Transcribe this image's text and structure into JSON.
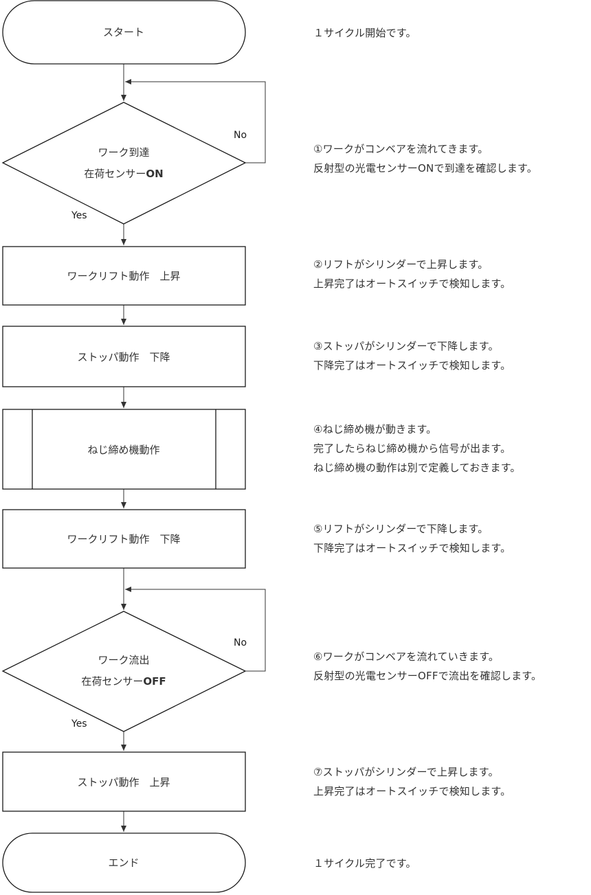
{
  "nodes": {
    "start": {
      "label": "スタート"
    },
    "arrive": {
      "line1": "ワーク到達",
      "line2_prefix": "在荷センサー",
      "line2_bold": "ON",
      "yes_label": "Yes",
      "no_label": "No"
    },
    "lift_up": {
      "label": "ワークリフト動作　上昇"
    },
    "stopper_down": {
      "label": "ストッパ動作　下降"
    },
    "screw": {
      "label": "ねじ締め機動作"
    },
    "lift_down": {
      "label": "ワークリフト動作　下降"
    },
    "exit": {
      "line1": "ワーク流出",
      "line2_prefix": "在荷センサー",
      "line2_bold": "OFF",
      "yes_label": "Yes",
      "no_label": "No"
    },
    "stopper_up": {
      "label": "ストッパ動作　上昇"
    },
    "end": {
      "label": "エンド"
    }
  },
  "notes": {
    "start": [
      "１サイクル開始です。"
    ],
    "arrive": [
      "①ワークがコンベアを流れてきます。",
      "反射型の光電センサーONで到達を確認します。"
    ],
    "lift_up": [
      "②リフトがシリンダーで上昇します。",
      "上昇完了はオートスイッチで検知します。"
    ],
    "stopper_down": [
      "③ストッパがシリンダーで下降します。",
      "下降完了はオートスイッチで検知します。"
    ],
    "screw": [
      "④ねじ締め機が動きます。",
      "完了したらねじ締め機から信号が出ます。",
      "ねじ締め機の動作は別で定義しておきます。"
    ],
    "lift_down": [
      "⑤リフトがシリンダーで下降します。",
      "下降完了はオートスイッチで検知します。"
    ],
    "exit": [
      "⑥ワークがコンベアを流れていきます。",
      "反射型の光電センサーOFFで流出を確認します。"
    ],
    "stopper_up": [
      "⑦ストッパがシリンダーで上昇します。",
      "上昇完了はオートスイッチで検知します。"
    ],
    "end": [
      "１サイクル完了です。"
    ]
  }
}
